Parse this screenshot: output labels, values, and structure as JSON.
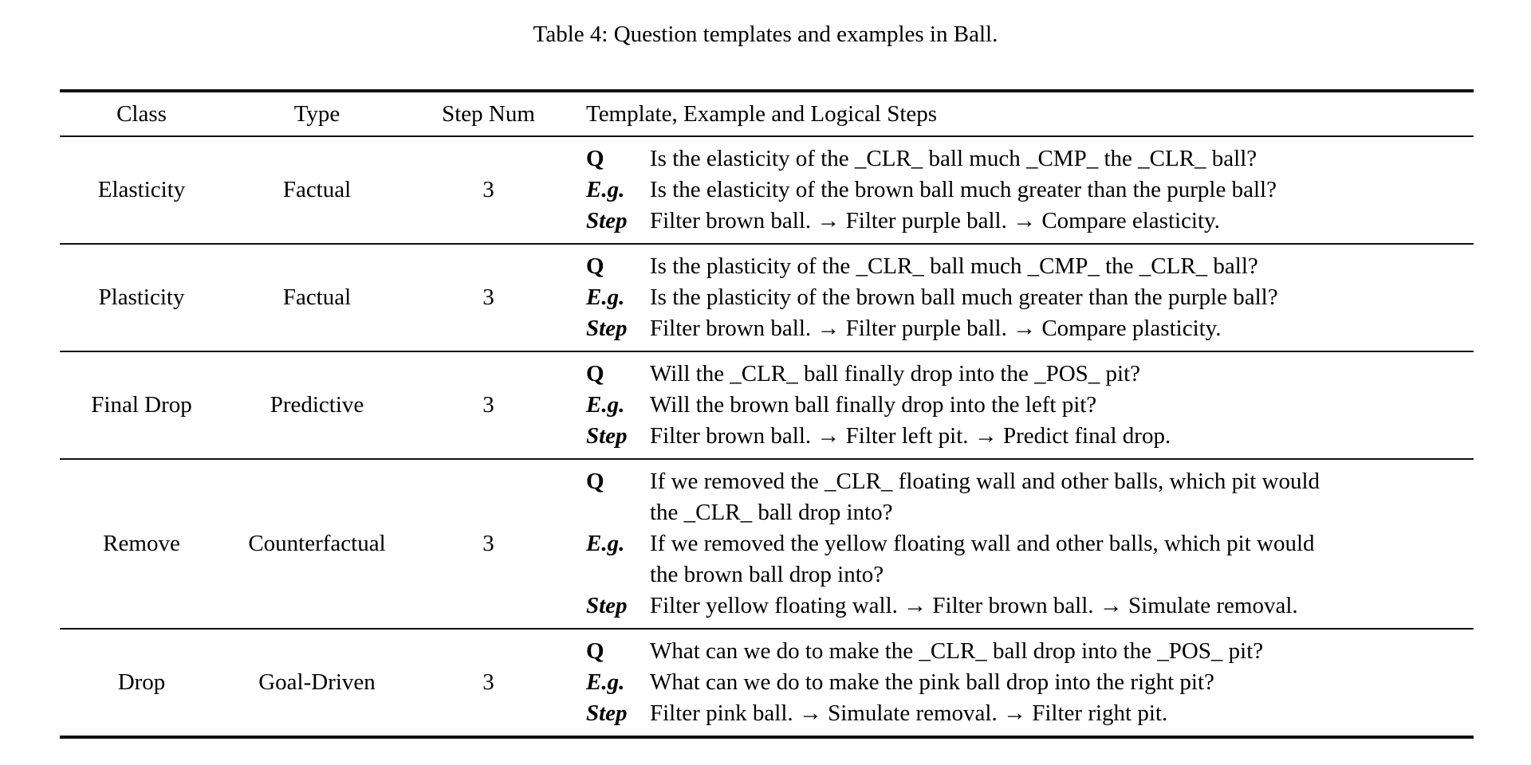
{
  "title": "Table 4: Question templates and examples in Ball.",
  "table": {
    "headers": [
      "Class",
      "Type",
      "Step Num",
      "Template, Example and Logical Steps"
    ],
    "rows": [
      {
        "class": "Elasticity",
        "type": "Factual",
        "step_num": "3",
        "entries": [
          {
            "label": "Q",
            "text": "Is the elasticity of the _CLR_ ball much _CMP_ the _CLR_ ball?"
          },
          {
            "label": "E.g.",
            "text": "Is the elasticity of the brown ball much greater than the purple ball?"
          },
          {
            "label": "Step",
            "text": "Filter brown ball. → Filter purple ball. → Compare elasticity."
          }
        ]
      },
      {
        "class": "Plasticity",
        "type": "Factual",
        "step_num": "3",
        "entries": [
          {
            "label": "Q",
            "text": "Is the plasticity of the _CLR_ ball much _CMP_ the _CLR_ ball?"
          },
          {
            "label": "E.g.",
            "text": "Is the plasticity of the brown ball much greater than the purple ball?"
          },
          {
            "label": "Step",
            "text": "Filter brown ball. → Filter purple ball. → Compare plasticity."
          }
        ]
      },
      {
        "class": "Final Drop",
        "type": "Predictive",
        "step_num": "3",
        "entries": [
          {
            "label": "Q",
            "text": "Will the _CLR_ ball finally drop into the _POS_ pit?"
          },
          {
            "label": "E.g.",
            "text": "Will the brown ball finally drop into the left pit?"
          },
          {
            "label": "Step",
            "text": "Filter brown ball. → Filter left pit. → Predict final drop."
          }
        ]
      },
      {
        "class": "Remove",
        "type": "Counterfactual",
        "step_num": "3",
        "entries": [
          {
            "label": "Q",
            "text": "If we removed the _CLR_ floating wall and other balls, which pit would\nthe _CLR_ ball drop into?"
          },
          {
            "label": "E.g.",
            "text": "If we removed the yellow floating wall and other balls, which pit would\nthe brown ball drop into?"
          },
          {
            "label": "Step",
            "text": "Filter yellow floating wall. → Filter brown ball. → Simulate removal."
          }
        ]
      },
      {
        "class": "Drop",
        "type": "Goal-Driven",
        "step_num": "3",
        "entries": [
          {
            "label": "Q",
            "text": "What can we do to make the _CLR_ ball drop into the _POS_ pit?"
          },
          {
            "label": "E.g.",
            "text": "What can we do to make the pink ball drop into the right pit?"
          },
          {
            "label": "Step",
            "text": "Filter pink ball. → Simulate removal. → Filter right pit."
          }
        ]
      }
    ]
  }
}
